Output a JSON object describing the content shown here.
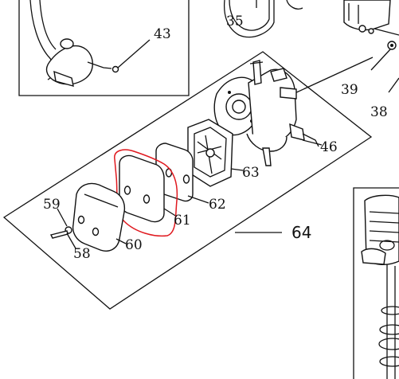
{
  "labels": {
    "l43": "43",
    "l35": "35",
    "l39": "39",
    "l38": "38",
    "l46": "46",
    "l63": "63",
    "l62": "62",
    "l61": "61",
    "l59": "59",
    "l58": "58",
    "l60": "60",
    "l64": "64"
  },
  "highlight_color": "#e0191f"
}
